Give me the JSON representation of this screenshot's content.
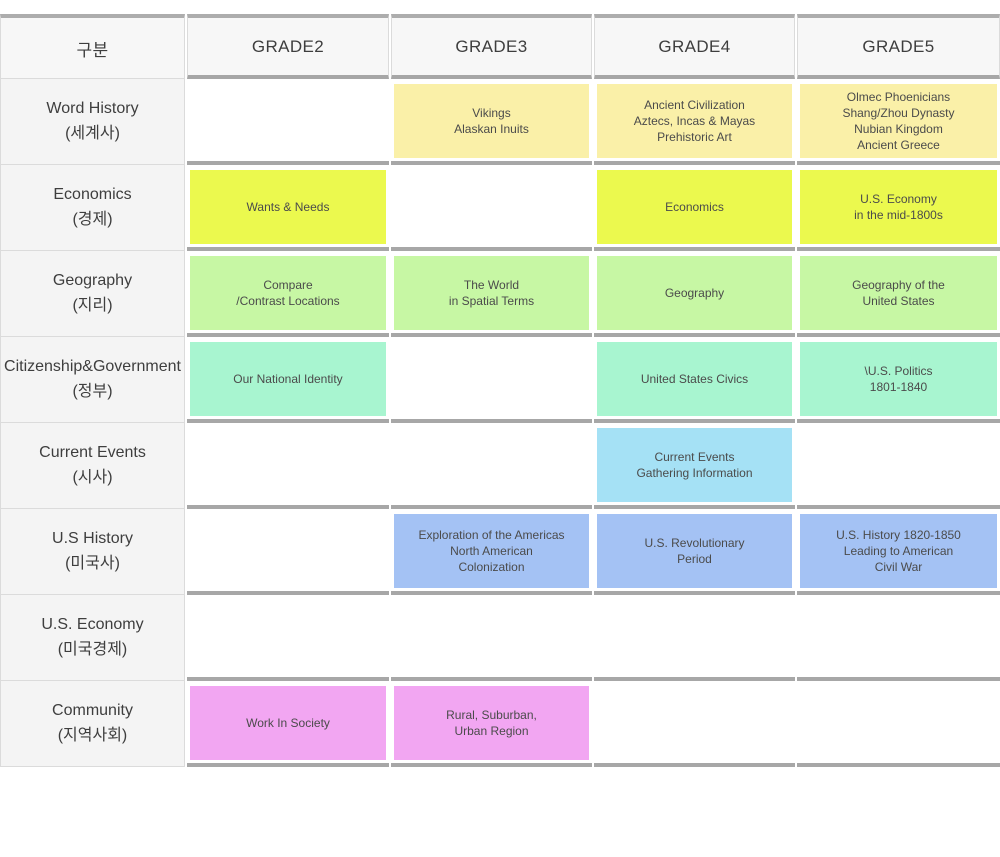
{
  "page": {
    "background": "#ffffff"
  },
  "table": {
    "corner_label": "구분",
    "column_headers": [
      "GRADE2",
      "GRADE3",
      "GRADE4",
      "GRADE5"
    ],
    "rows": [
      {
        "subject": "Word History",
        "subject_korean": "(세계사)",
        "block_color": "#FAF0A8",
        "cells": [
          [],
          [
            "Vikings",
            "Alaskan Inuits"
          ],
          [
            "Ancient Civilization",
            "Aztecs, Incas & Mayas",
            "Prehistoric Art"
          ],
          [
            "Olmec Phoenicians",
            "Shang/Zhou Dynasty",
            "Nubian Kingdom",
            "Ancient Greece"
          ]
        ]
      },
      {
        "subject": "Economics",
        "subject_korean": "(경제)",
        "block_color": "#EBF94E",
        "cells": [
          [
            "Wants & Needs"
          ],
          [],
          [
            "Economics"
          ],
          [
            "U.S. Economy",
            "in the mid-1800s"
          ]
        ]
      },
      {
        "subject": "Geography",
        "subject_korean": "(지리)",
        "block_color": "#C7F7A4",
        "cells": [
          [
            "Compare",
            "/Contrast Locations"
          ],
          [
            "The World",
            "in Spatial Terms"
          ],
          [
            "Geography"
          ],
          [
            "Geography of the",
            "United States"
          ]
        ]
      },
      {
        "subject": "Citizenship&Government",
        "subject_korean": "(정부)",
        "block_color": "#A8F5D0",
        "cells": [
          [
            "Our National Identity"
          ],
          [],
          [
            "United States Civics"
          ],
          [
            "\\U.S. Politics",
            "1801-1840"
          ]
        ]
      },
      {
        "subject": "Current Events",
        "subject_korean": "(시사)",
        "block_color": "#A5E1F5",
        "cells": [
          [],
          [],
          [
            "Current Events",
            "Gathering Information"
          ],
          []
        ]
      },
      {
        "subject": "U.S History",
        "subject_korean": "(미국사)",
        "block_color": "#A4C2F4",
        "cells": [
          [],
          [
            "Exploration of the Americas",
            "North American",
            "Colonization"
          ],
          [
            "U.S. Revolutionary",
            "Period"
          ],
          [
            "U.S. History 1820-1850",
            "Leading to American",
            "Civil War"
          ]
        ]
      },
      {
        "subject": "U.S. Economy",
        "subject_korean": "(미국경제)",
        "block_color": "#FFFFFF",
        "cells": [
          [],
          [],
          [],
          []
        ]
      },
      {
        "subject": "Community",
        "subject_korean": "(지역사회)",
        "block_color": "#F2A6F2",
        "cells": [
          [
            "Work In Society"
          ],
          [
            "Rural, Suburban,",
            "Urban Region"
          ],
          [],
          []
        ]
      }
    ]
  },
  "colors": {
    "row_separator": "#a7a7a7",
    "thin_border": "#dbdbdb",
    "header_bg": "#f7f7f7",
    "row_header_bg": "#f4f4f4",
    "header_text": "#3e3e3e",
    "block_text": "#4b4b4b"
  }
}
